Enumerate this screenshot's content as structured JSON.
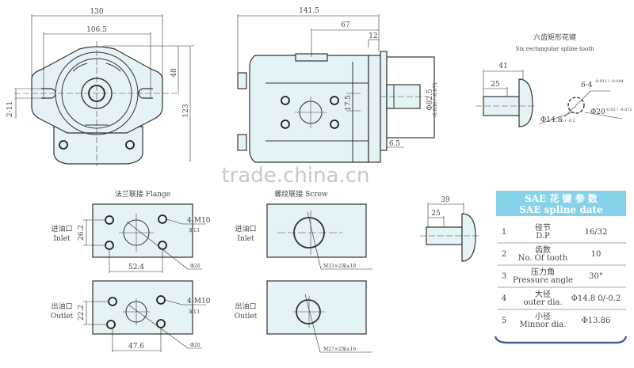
{
  "front_view": {
    "dim_width": "130",
    "dim_bolt_span": "106.5",
    "dim_center_height": "48",
    "dim_height": "123",
    "dim_slot": "2-11"
  },
  "side_view": {
    "dim_length": "141.5",
    "dim_to_port": "67",
    "dim_flange": "12",
    "dim_pilot": "Φ82.5",
    "dim_pilot_tol": "-0.036 / -0.071",
    "dim_port_offset": "17.5",
    "dim_shoulder": "6.5"
  },
  "watermark": "trade.china.cn",
  "spline_drawing": {
    "title_cn": "六齿矩形花键",
    "title_en": "Six rectangular spline tooth",
    "dim_length": "41",
    "dim_shaft": "25",
    "dim_width": "6-4",
    "dim_width_tol": "-0.011 / -0.044",
    "dim_minor": "Φ14.8",
    "dim_minor_tol": "0 / -0.2",
    "dim_major": "Φ20",
    "dim_major_tol": "-0.02 / -0.072"
  },
  "sae_shaft": {
    "dim_length": "39",
    "dim_shaft": "25"
  },
  "flange": {
    "title": "法兰联接 Flange",
    "inlet_cn": "进油口",
    "inlet_en": "Inlet",
    "outlet_cn": "出油口",
    "outlet_en": "Outlet",
    "inlet_v": "26.2",
    "inlet_h": "52.4",
    "inlet_bolt": "4-M10",
    "inlet_depth": "深13",
    "inlet_port": "Φ26",
    "outlet_v": "22.2",
    "outlet_h": "47.6",
    "outlet_bolt": "4-M10",
    "outlet_depth": "深13",
    "outlet_port": "Φ20"
  },
  "screw": {
    "title": "螺纹联接 Screw",
    "inlet_cn": "进油口",
    "inlet_en": "Inlet",
    "outlet_cn": "出油口",
    "outlet_en": "Outlet",
    "inlet_thread": "M33×2深≥18",
    "outlet_thread": "M27×2深≥16"
  },
  "sae_table": {
    "title_cn": "SAE 花 键 参 数",
    "title_en": "SAE spline date",
    "header_color": "#86d2e8",
    "rows": [
      {
        "no": "1",
        "cn": "径节",
        "en": "D.P",
        "value": "16/32"
      },
      {
        "no": "2",
        "cn": "齿数",
        "en": "No. Of tooth",
        "value": "10"
      },
      {
        "no": "3",
        "cn": "压力角",
        "en": "Pressure angle",
        "value": "30°"
      },
      {
        "no": "4",
        "cn": "大径",
        "en": "outer dia.",
        "value": "Φ14.8 0/-0.2"
      },
      {
        "no": "5",
        "cn": "小径",
        "en": "Minnor dia.",
        "value": "Φ13.86"
      }
    ]
  }
}
